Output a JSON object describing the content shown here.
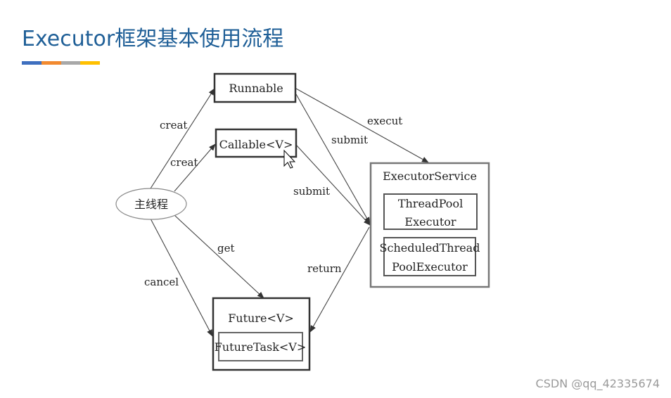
{
  "title": "Executor框架基本使用流程",
  "accent_colors": [
    "#3e6fbf",
    "#f28a30",
    "#a8a8a8",
    "#ffc000"
  ],
  "nodes": {
    "main_thread": "主线程",
    "runnable": "Runnable",
    "callable": "Callable<V>",
    "executor_service": "ExecutorService",
    "thread_pool_executor_line1": "ThreadPool",
    "thread_pool_executor_line2": "Executor",
    "scheduled_line1": "ScheduledThread",
    "scheduled_line2": "PoolExecutor",
    "future": "Future<V>",
    "future_task": "FutureTask<V>"
  },
  "edges": {
    "creat_runnable": "creat",
    "creat_callable": "creat",
    "execut": "execut",
    "submit_runnable": "submit",
    "submit_callable": "submit",
    "return": "return",
    "get": "get",
    "cancel": "cancel"
  },
  "watermark": "CSDN @qq_42335674"
}
